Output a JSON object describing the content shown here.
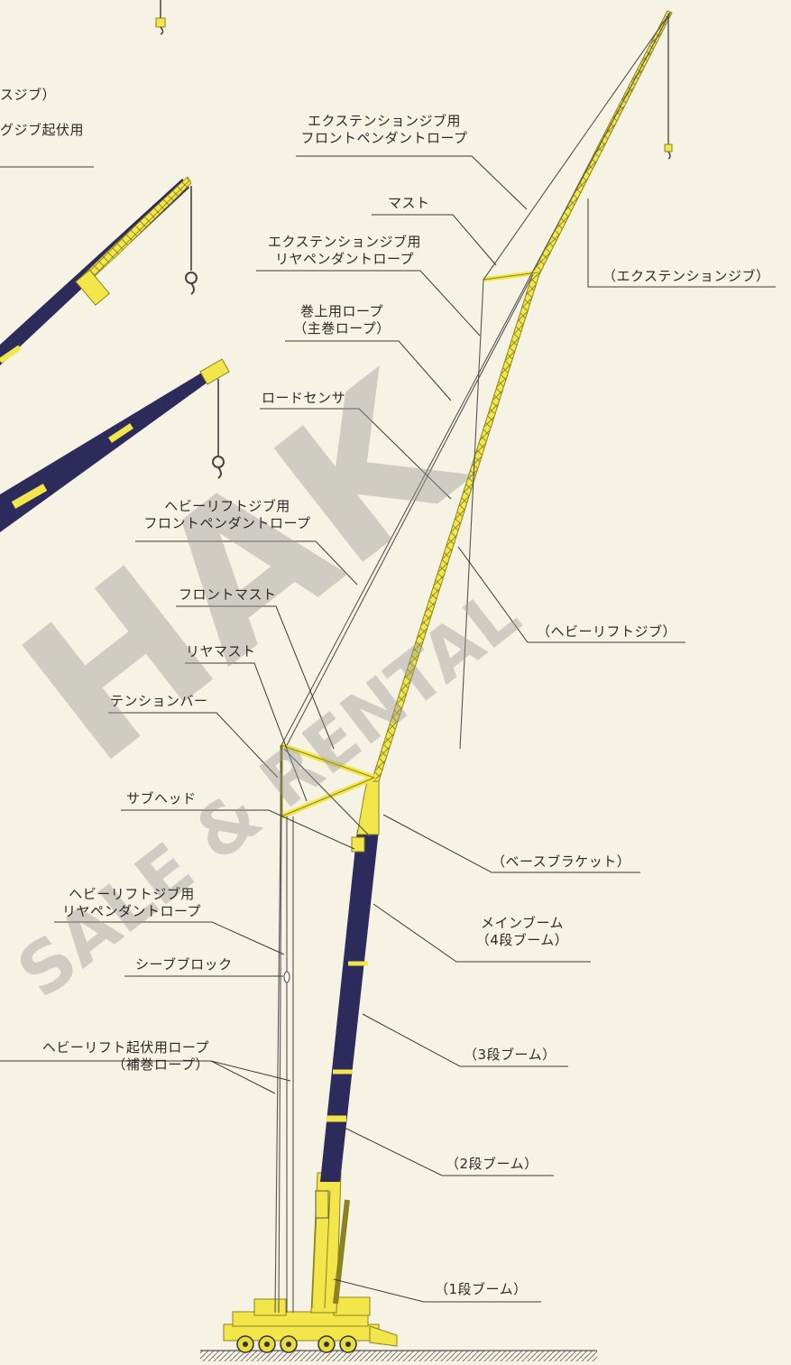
{
  "labels": {
    "ext_jib_partial": "スジブ）",
    "luffing_jib_partial": "グジブ起伏用",
    "ext_front_pendant_l1": "エクステンションジブ用",
    "ext_front_pendant_l2": "フロントペンダントロープ",
    "mast": "マスト",
    "ext_rear_pendant_l1": "エクステンションジブ用",
    "ext_rear_pendant_l2": "リヤペンダントロープ",
    "extension_jib": "（エクステンションジブ）",
    "hoist_rope_l1": "巻上用ロープ",
    "hoist_rope_l2": "（主巻ロープ）",
    "load_sensor": "ロードセンサ",
    "hl_front_pendant_l1": "ヘビーリフトジブ用",
    "hl_front_pendant_l2": "フロントペンダントロープ",
    "front_mast": "フロントマスト",
    "heavy_lift_jib": "（ヘビーリフトジブ）",
    "rear_mast": "リヤマスト",
    "tension_bar": "テンションバー",
    "sub_head": "サブヘッド",
    "base_bracket": "（ベースブラケット）",
    "hl_rear_pendant_l1": "ヘビーリフトジブ用",
    "hl_rear_pendant_l2": "リヤペンダントロープ",
    "main_boom_l1": "メインブーム",
    "main_boom_l2": "（4段ブーム）",
    "sheave_block": "シーブブロック",
    "boom_3": "（3段ブーム）",
    "hl_luffing_rope_l1": "ヘビーリフト起伏用ロープ",
    "hl_luffing_rope_l2": "（補巻ロープ）",
    "boom_2": "（2段ブーム）",
    "boom_1": "（1段ブーム）"
  },
  "watermark": {
    "big": "HAK",
    "line": "SALE & RENTAL"
  },
  "colors": {
    "boom_yellow": "#f2e64a",
    "boom_navy": "#2d2a5c",
    "lattice": "#8a8420",
    "leader": "#3a3a3a",
    "rope": "#555555",
    "watermark": "#bdbdbd"
  }
}
